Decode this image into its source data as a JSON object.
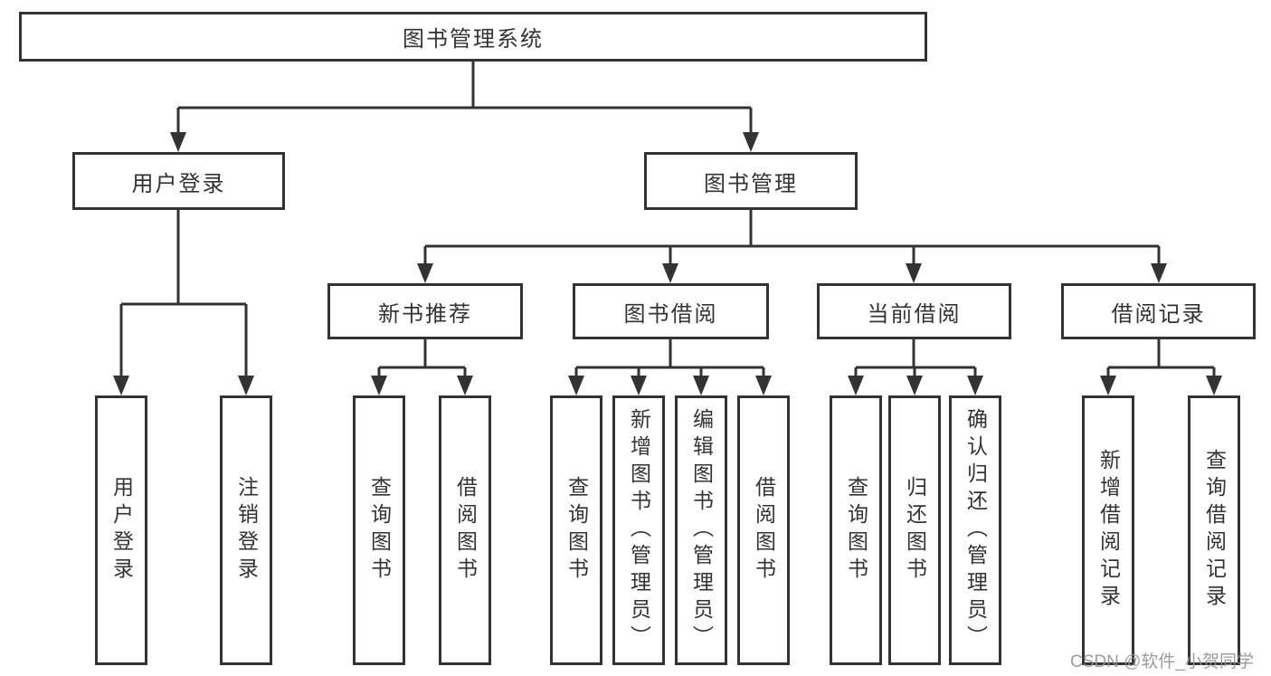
{
  "diagram": {
    "type": "hierarchy-tree",
    "colors": {
      "line": "#333333",
      "text": "#333333",
      "background": "#ffffff",
      "watermark": "#919191"
    },
    "tree": {
      "label": "图书管理系统",
      "children": [
        {
          "label": "用户登录",
          "children": [
            {
              "label": "用户登录"
            },
            {
              "label": "注销登录"
            }
          ]
        },
        {
          "label": "图书管理",
          "children": [
            {
              "label": "新书推荐",
              "children": [
                {
                  "label": "查询图书"
                },
                {
                  "label": "借阅图书"
                }
              ]
            },
            {
              "label": "图书借阅",
              "children": [
                {
                  "label": "查询图书"
                },
                {
                  "label": "新增图书（管理员）"
                },
                {
                  "label": "编辑图书（管理员）"
                },
                {
                  "label": "借阅图书"
                }
              ]
            },
            {
              "label": "当前借阅",
              "children": [
                {
                  "label": "查询图书"
                },
                {
                  "label": "归还图书"
                },
                {
                  "label": "确认归还（管理员）"
                }
              ]
            },
            {
              "label": "借阅记录",
              "children": [
                {
                  "label": "新增借阅记录"
                },
                {
                  "label": "查询借阅记录"
                }
              ]
            }
          ]
        }
      ]
    },
    "watermark": "CSDN @软件_小贺同学"
  }
}
